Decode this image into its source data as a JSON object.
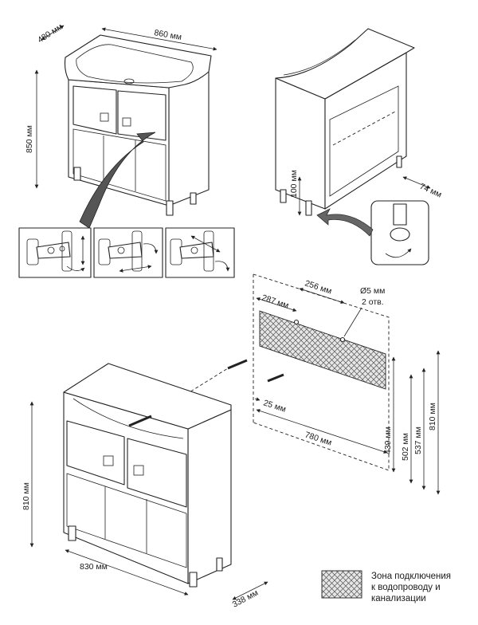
{
  "top_unit": {
    "depth": "480 мм",
    "width": "860 мм",
    "height": "850 мм"
  },
  "carcass_detail": {
    "leg_height": "100 мм",
    "leg_offset": "74 мм"
  },
  "mount_plan": {
    "dim_256": "256 мм",
    "dim_287": "287 мм",
    "hole_diameter": "Ø5 мм",
    "hole_count": "2 отв.",
    "dim_25": "25 мм",
    "dim_780": "780 мм",
    "dim_439": "439 мм",
    "dim_502": "502 мм",
    "dim_537": "537 мм",
    "dim_810": "810 мм"
  },
  "bottom_unit": {
    "height": "810 мм",
    "width": "830 мм",
    "depth": "338 мм"
  },
  "legend": {
    "line1": "Зона подключения",
    "line2": "к водопроводу и",
    "line3": "канализации"
  }
}
